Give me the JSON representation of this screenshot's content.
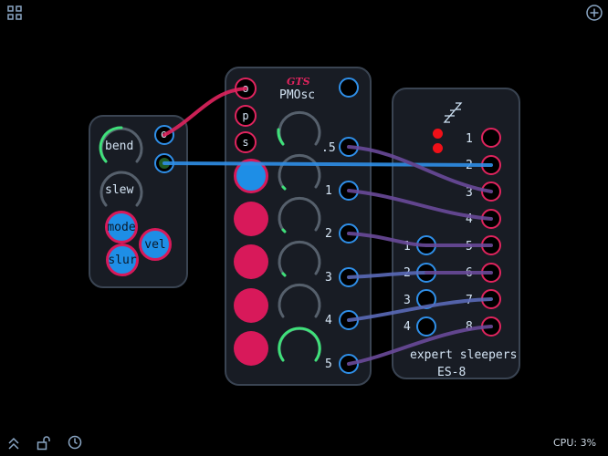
{
  "toolbar": {
    "grid_icon": "grid-icon",
    "add_icon": "plus-circle-icon",
    "up_icon": "double-chevron-up-icon",
    "lock_icon": "unlock-icon",
    "clock_icon": "clock-icon",
    "cpu_label": "CPU: 3%"
  },
  "mod_module": {
    "knobs": [
      "bend",
      "slew"
    ],
    "jacks": [
      "o"
    ],
    "buttons": [
      "mode",
      "vel",
      "slur"
    ]
  },
  "pmosc": {
    "brand": "GTS",
    "title": "PMOsc",
    "op_buttons": [
      "o",
      "p",
      "s"
    ],
    "knob_labels": [
      ".5",
      "1",
      "2",
      "3",
      "4",
      "5"
    ]
  },
  "es8": {
    "sleep_icon": "zzz-icon",
    "outputs": [
      "1",
      "2",
      "3",
      "4",
      "5",
      "6",
      "7",
      "8"
    ],
    "inputs": [
      "1",
      "2",
      "3",
      "4"
    ],
    "brand": "expert sleepers",
    "model": "ES-8"
  },
  "colors": {
    "background": "#000000",
    "panel": "#181c24",
    "panel_border": "#3a4452",
    "jack_blue": "#2f8fe8",
    "jack_red": "#e0245e",
    "pad": "#d8195a",
    "knob_active": "#3fe07a",
    "cable": "#7a4aa8"
  }
}
